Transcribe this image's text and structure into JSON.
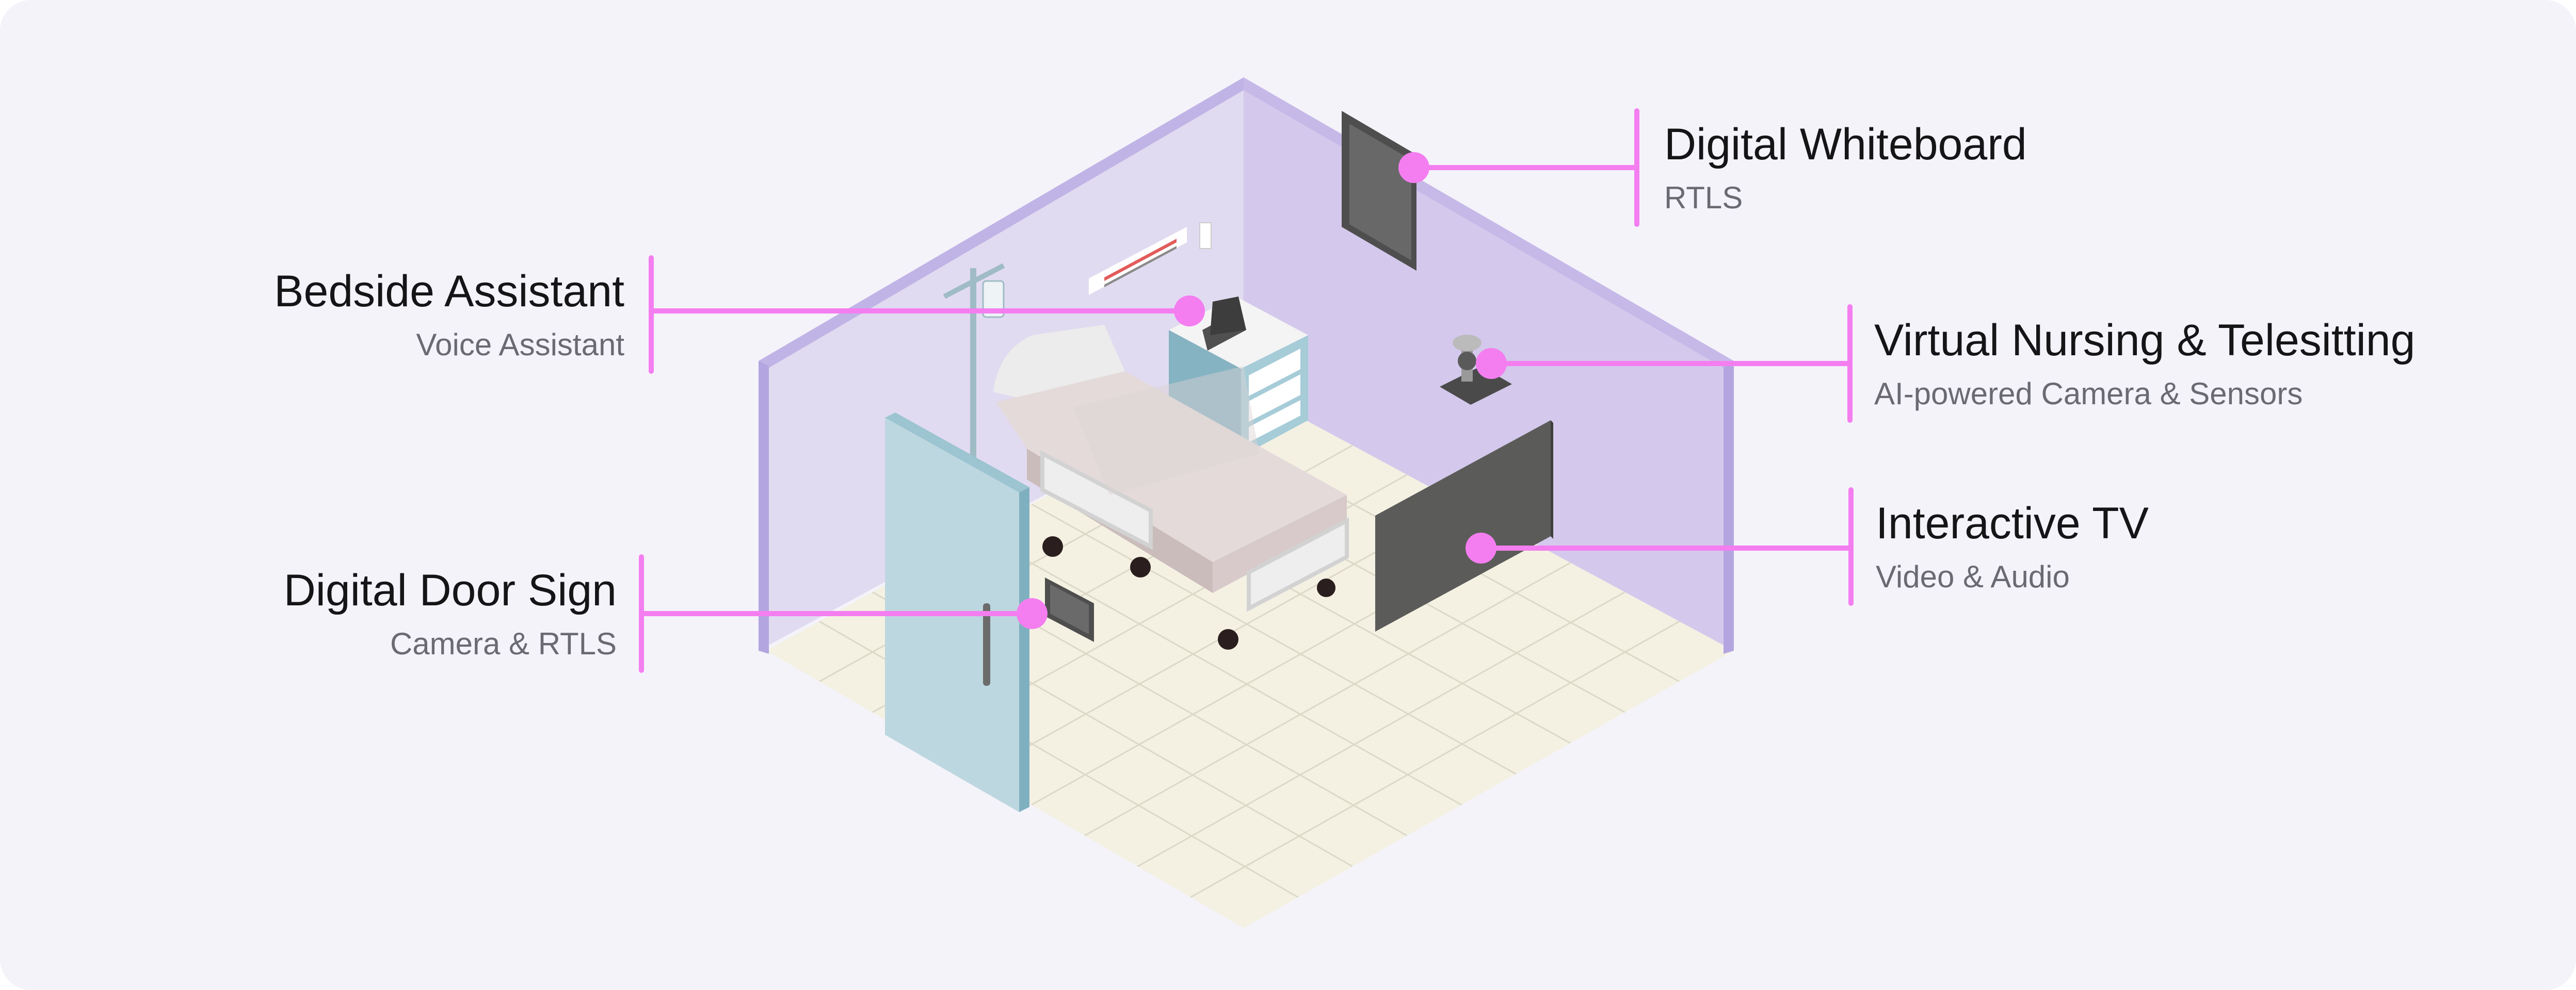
{
  "colors": {
    "background": "#f4f3fa",
    "callout": "#f47ef0",
    "wall_left": "#e1dbf1",
    "wall_back": "#d4c9ec",
    "wall_edge": "#b3a6e0",
    "floor": "#f4f1e3",
    "door": "#bdd7e0",
    "screen": "#5b5c59"
  },
  "callouts": [
    {
      "id": "digital-whiteboard",
      "title": "Digital Whiteboard",
      "subtitle": "RTLS"
    },
    {
      "id": "bedside-assistant",
      "title": "Bedside Assistant",
      "subtitle": "Voice Assistant"
    },
    {
      "id": "virtual-nursing",
      "title": "Virtual Nursing & Telesitting",
      "subtitle": "AI-powered Camera & Sensors"
    },
    {
      "id": "interactive-tv",
      "title": "Interactive TV",
      "subtitle": "Video & Audio"
    },
    {
      "id": "digital-door-sign",
      "title": "Digital Door Sign",
      "subtitle": "Camera & RTLS"
    }
  ]
}
